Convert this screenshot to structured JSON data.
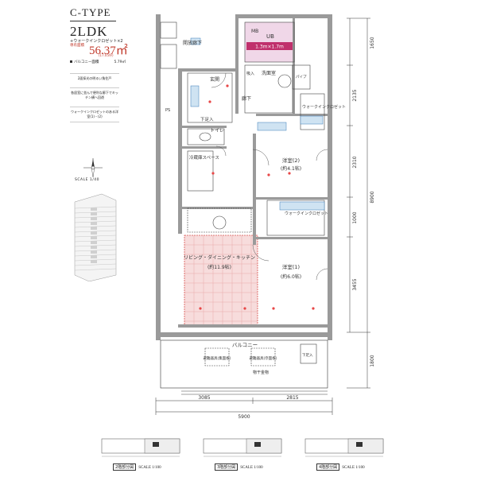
{
  "header": {
    "type": "C-TYPE",
    "layout": "2LDK",
    "sub": "+ウォークインクロゼット×2",
    "area_label": "専有面積",
    "area_value": "56.37㎡",
    "area_tsubo": "(17.05坪)",
    "balcony_label": "バルコニー面積",
    "balcony_value": "5.79㎡"
  },
  "features": [
    "2面採光の明るい角住戸",
    "各居室に並んで便利な廊下でキッチン横へ回遊",
    "ウォークインクロゼットのある洋室(1)・(2)"
  ],
  "compass": {
    "scale": "SCALE 1/40"
  },
  "rooms": {
    "mb": "MB",
    "ub": "UB",
    "ub_size": "1.3m×1.7m",
    "kaihou": "開放廊下",
    "genkan": "玄関",
    "senmen": "洗面室",
    "rouka": "廊下",
    "toilet": "トイレ",
    "geta": "下足入",
    "reizoko": "冷蔵庫スペース",
    "yoshitsu2": "洋室(2)",
    "yoshitsu2_size": "(約4.1帖)",
    "wic_top": "ウォークインクロゼット",
    "wic_mid": "ウォークインクロゼット",
    "ldk": "リビング・ダイニング・キッチン",
    "ldk_size": "(約11.9帖)",
    "yoshitsu1": "洋室(1)",
    "yoshitsu1_size": "(約6.0帖)",
    "balcony": "バルコニー",
    "hinan1": "避難器具(集面板)",
    "hinan2": "避難器具(奈面板)",
    "monohoshi": "物干金物",
    "souko": "下足入",
    "ps": "PS",
    "kou": "吸入",
    "pipe": "パイプ"
  },
  "dimensions": {
    "right": [
      "1650",
      "2135",
      "2310",
      "8900",
      "1000",
      "3455",
      "1800"
    ],
    "bottom": [
      "3085",
      "2815",
      "5900"
    ]
  },
  "partials": [
    {
      "floor": "2階部分図",
      "scale": "SCALE 1/100"
    },
    {
      "floor": "3階部分図",
      "scale": "SCALE 1/100"
    },
    {
      "floor": "4階部分図",
      "scale": "SCALE 1/100"
    }
  ]
}
